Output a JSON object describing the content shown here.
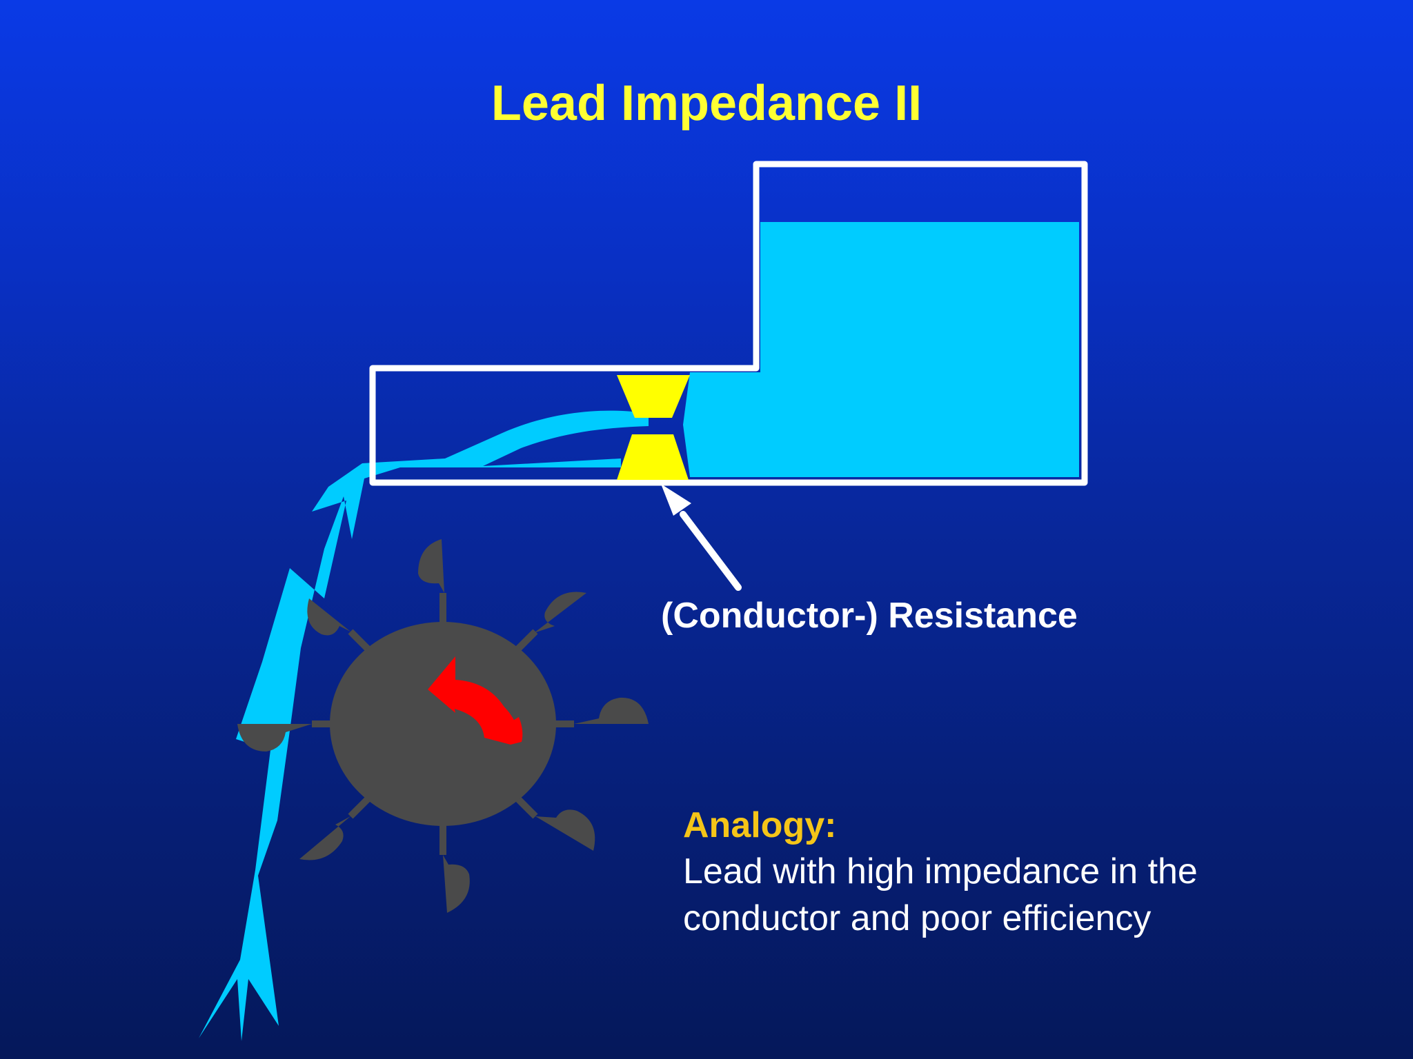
{
  "slide": {
    "title": "Lead Impedance II"
  },
  "diagram": {
    "resistance_label": "(Conductor-) Resistance",
    "colors": {
      "water": "#00ccff",
      "resistor": "#ffff00",
      "container_outline": "#ffffff",
      "wheel": "#4a4a4a",
      "rotation_arrow": "#ff0000"
    },
    "icons": {
      "water_wheel": "water-wheel-icon",
      "rotation": "curved-arrow-icon",
      "pointer": "arrow-icon"
    }
  },
  "analogy": {
    "heading": "Analogy:",
    "line1": "Lead with high impedance in the",
    "line2": "conductor and poor efficiency"
  }
}
